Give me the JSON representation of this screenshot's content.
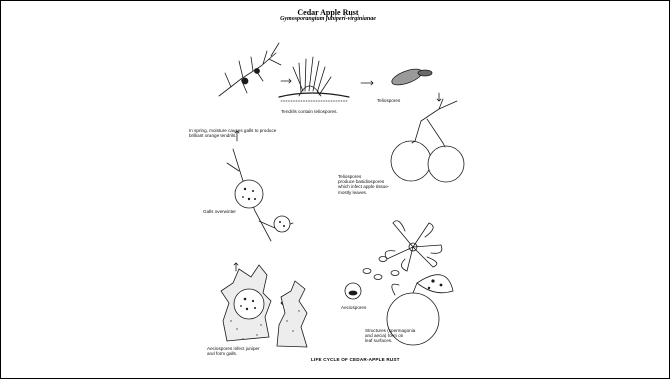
{
  "title": "Cedar Apple Rust",
  "subtitle": "Gymosporangium juniperi-virginianae",
  "caption": "LIFE CYCLE OF CEDAR-APPLE RUST",
  "labels": {
    "tendrils": "Tendrils contain teliospores.",
    "teliospores": "Teliospores",
    "spring": "In spring, moisture causes galls to produce\nbrilliant orange tendrils.",
    "basidiospores": "Teliospores\nproduce basidiospores\nwhich infect apple tissue-\nmostly leaves.",
    "galls_overwinter": "Galls overwinter",
    "aeciospores": "Aeciospores",
    "structures": "Structures (spermagonia\nand aecia) form on\nleaf surfaces.",
    "aeciospores_infect": "Aeciospores infect juniper\nand form galls."
  }
}
